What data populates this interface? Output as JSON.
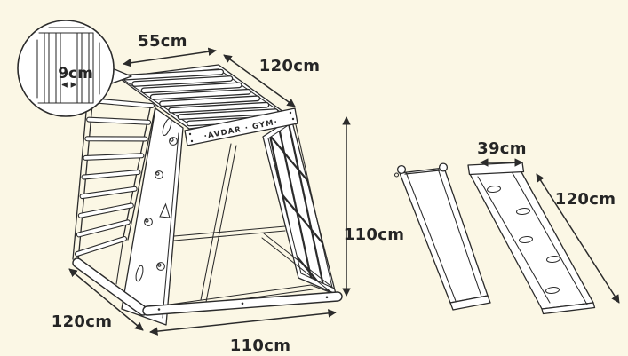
{
  "colors": {
    "background": "#FBF7E5",
    "line": "#2B2B2B",
    "text": "#252525"
  },
  "callout": {
    "gap_label": "9cm"
  },
  "climber": {
    "brand_label": "·AVDAR · GYM·",
    "top_width_label": "55cm",
    "top_length_label": "120cm",
    "height_label": "110cm",
    "base_depth_label": "120cm",
    "base_length_label": "110cm"
  },
  "slide": {
    "width_label": "39cm",
    "length_label": "120cm"
  }
}
